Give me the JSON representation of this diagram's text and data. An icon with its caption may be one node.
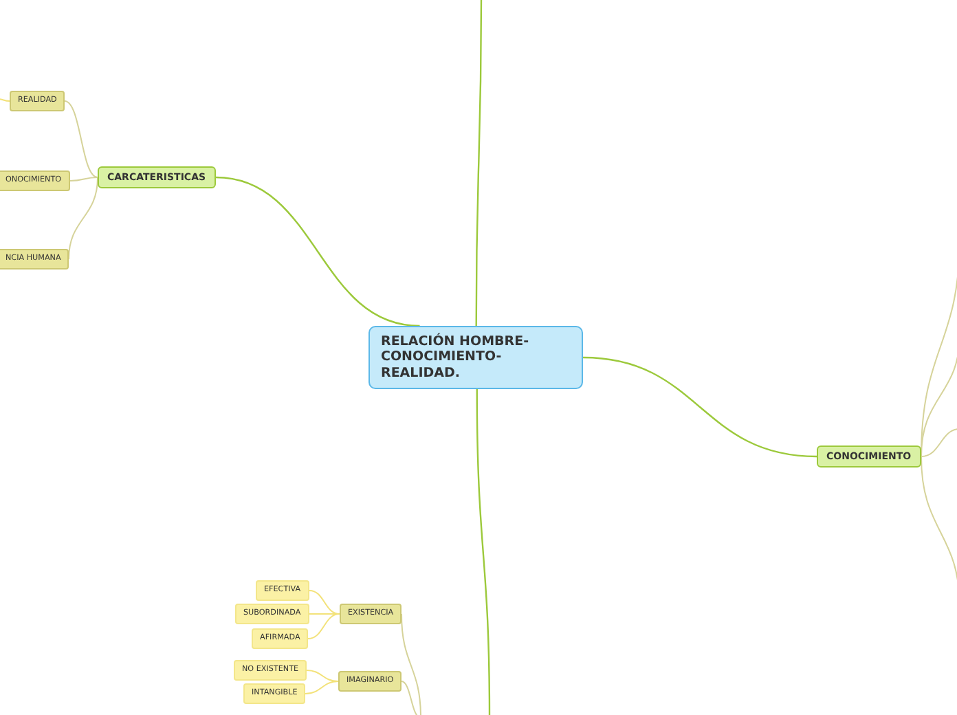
{
  "diagram": {
    "nodes": [
      {
        "text": [
          "RELACIÓN HOMBRE-CONOCIMIENTO-REALIDAD."
        ]
      },
      {
        "text": [
          "CARCATERISTICAS"
        ]
      },
      {
        "text": [
          "REALIDAD"
        ]
      },
      {
        "text": [
          "ONOCIMIENTO"
        ]
      },
      {
        "text": [
          "NCIA HUMANA"
        ]
      },
      {
        "text": [
          "CONOCIMIENTO"
        ]
      },
      {
        "text": [
          "EXISTENCIA"
        ]
      },
      {
        "text": [
          "EFECTIVA"
        ]
      },
      {
        "text": [
          "SUBORDINADA"
        ]
      },
      {
        "text": [
          "AFIRMADA"
        ]
      },
      {
        "text": [
          "IMAGINARIO"
        ]
      },
      {
        "text": [
          "NO EXISTENTE"
        ]
      },
      {
        "text": [
          "INTANGIBLE"
        ]
      }
    ],
    "edges": [
      {
        "from": 0,
        "to": null,
        "arrow": "none",
        "color": "#9cc93b"
      },
      {
        "from": 0,
        "to": 1,
        "arrow": "none",
        "color": "#9cc93b"
      },
      {
        "from": 0,
        "to": 5,
        "arrow": "none",
        "color": "#9cc93b"
      },
      {
        "from": 0,
        "to": null,
        "arrow": "none",
        "color": "#9cc93b"
      },
      {
        "from": 1,
        "to": 2,
        "arrow": "none"
      },
      {
        "from": 1,
        "to": 3,
        "arrow": "none"
      },
      {
        "from": 1,
        "to": 4,
        "arrow": "none"
      },
      {
        "from": 2,
        "to": null,
        "arrow": "none",
        "color": "#f3e27a"
      },
      {
        "from": 5,
        "to": null,
        "arrow": "none"
      },
      {
        "from": 5,
        "to": null,
        "arrow": "none"
      },
      {
        "from": 5,
        "to": null,
        "arrow": "none"
      },
      {
        "from": 5,
        "to": null,
        "arrow": "none"
      },
      {
        "from": 6,
        "to": 7,
        "arrow": "none",
        "color": "#f3e27a"
      },
      {
        "from": 6,
        "to": 8,
        "arrow": "none",
        "color": "#f3e27a"
      },
      {
        "from": 6,
        "to": 9,
        "arrow": "none",
        "color": "#f3e27a"
      },
      {
        "from": 10,
        "to": 11,
        "arrow": "none",
        "color": "#f3e27a"
      },
      {
        "from": 10,
        "to": 12,
        "arrow": "none",
        "color": "#f3e27a"
      },
      {
        "from": 6,
        "to": null,
        "arrow": "none"
      },
      {
        "from": 10,
        "to": null,
        "arrow": "none"
      }
    ]
  }
}
